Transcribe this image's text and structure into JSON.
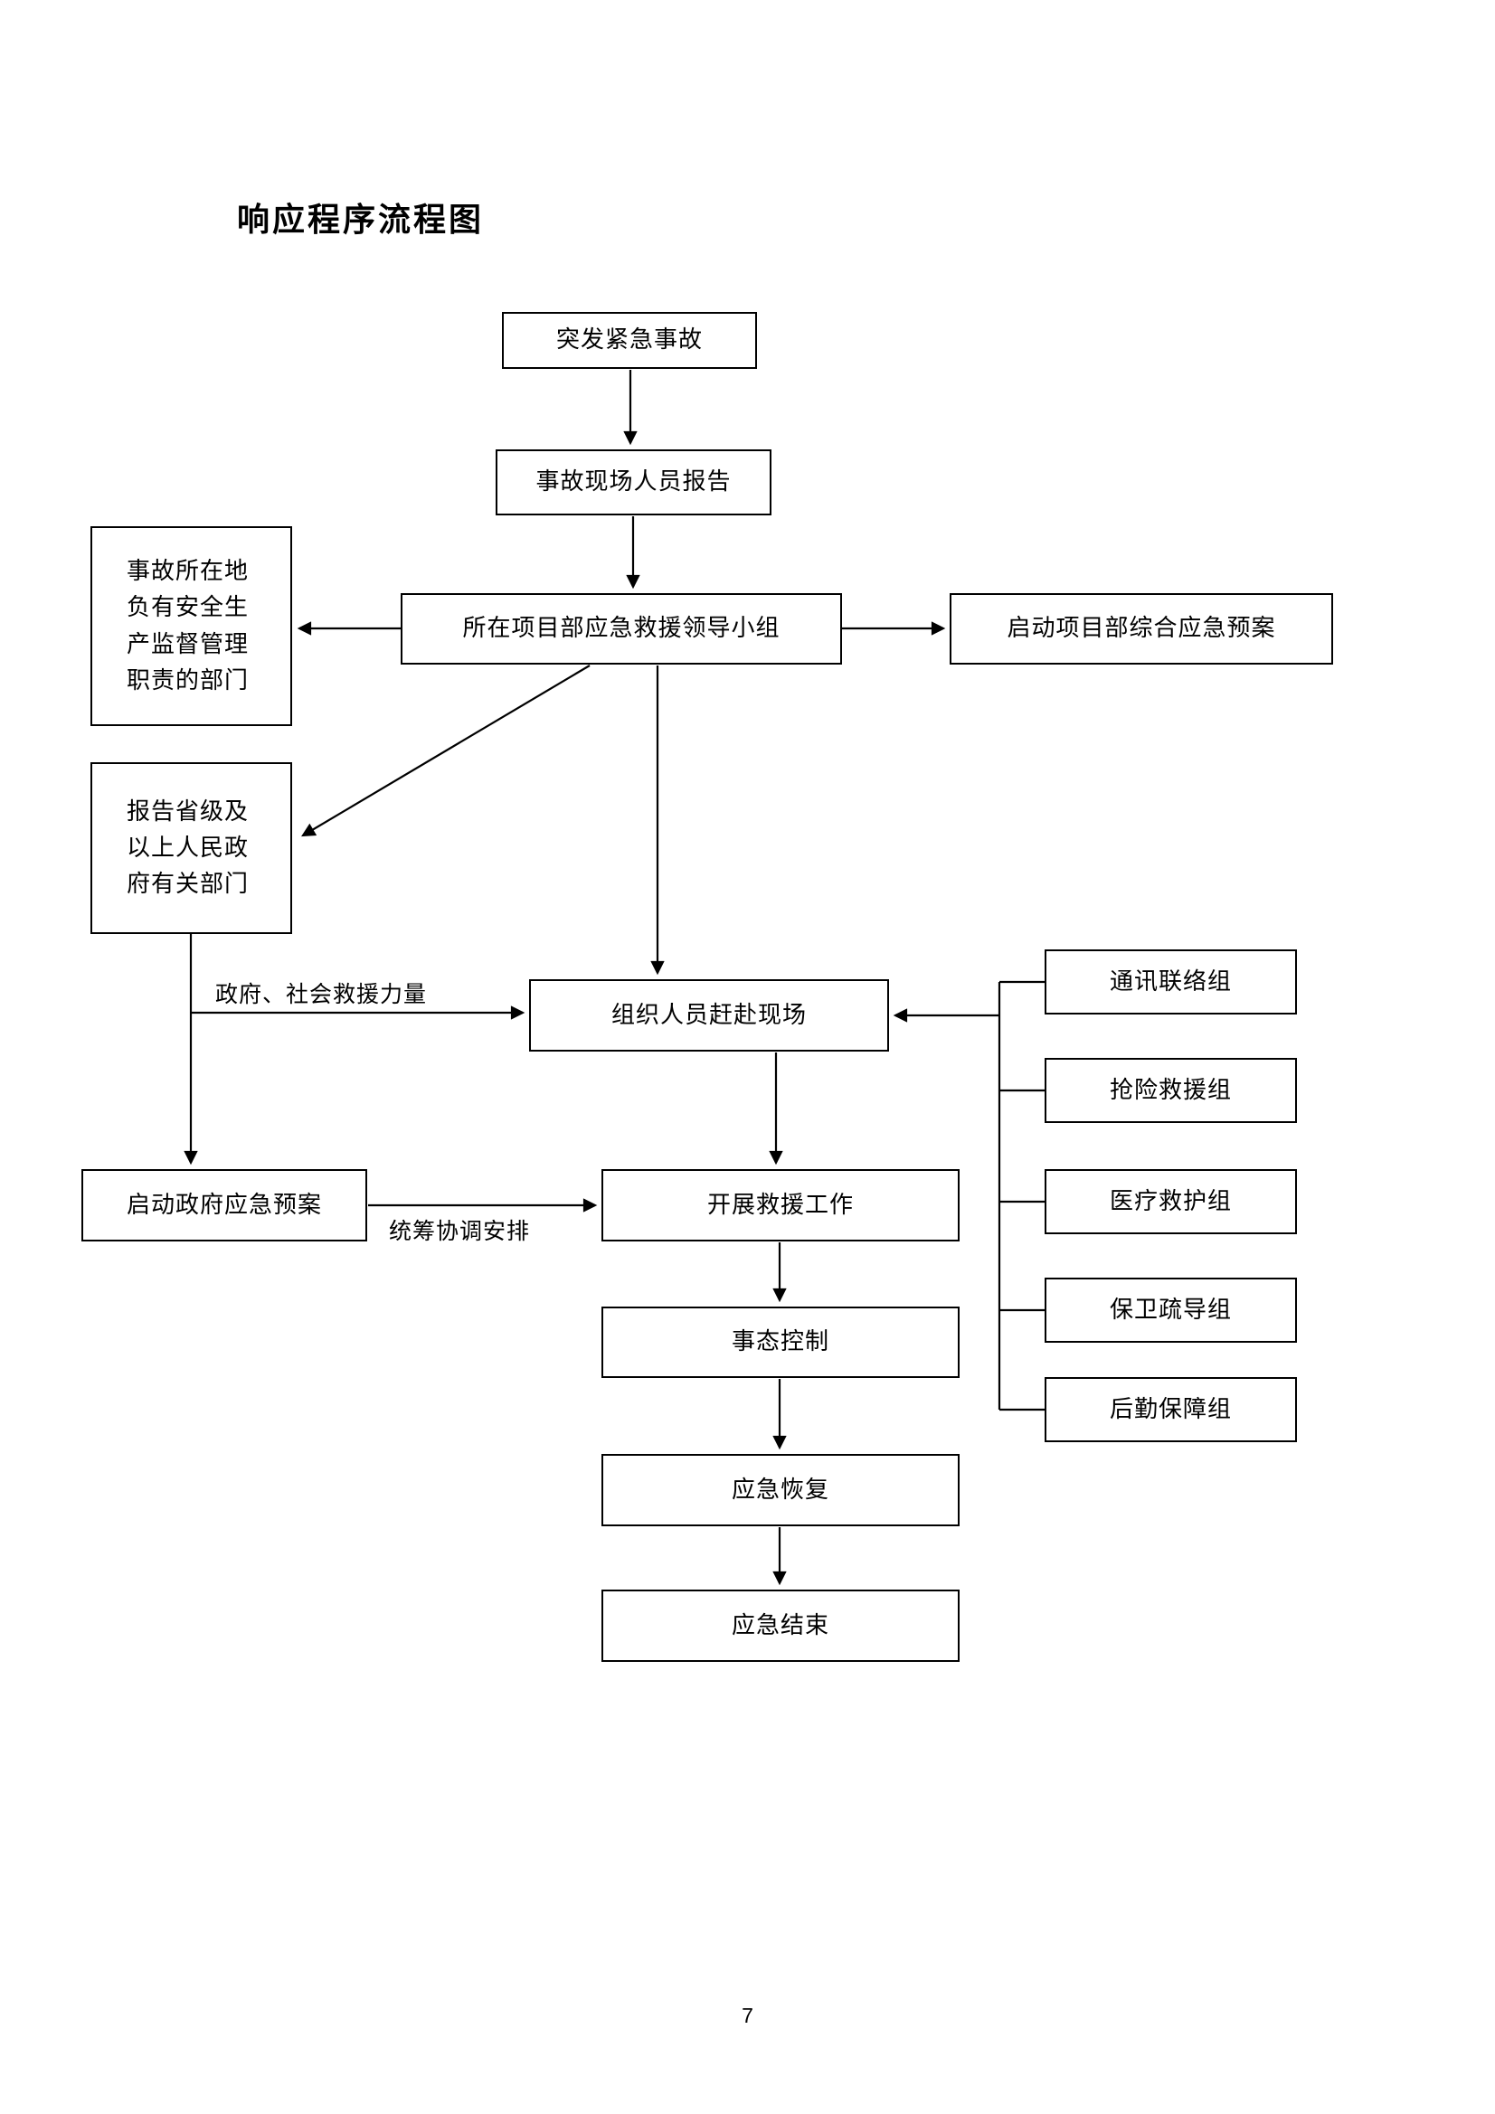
{
  "page": {
    "title": "响应程序流程图",
    "page_number": "7"
  },
  "boxes": {
    "emergency": "突发紧急事故",
    "site_report": "事故现场人员报告",
    "lead_group": "所在项目部应急救援领导小组",
    "local_dept": "事故所在地负有安全生产监督管理职责的部门",
    "start_project_plan": "启动项目部综合应急预案",
    "report_provincial": "报告省级及以上人民政府有关部门",
    "organize_personnel": "组织人员赶赴现场",
    "start_gov_plan": "启动政府应急预案",
    "rescue_work": "开展救援工作",
    "situation_control": "事态控制",
    "emergency_recovery": "应急恢复",
    "emergency_end": "应急结束",
    "comm_group": "通讯联络组",
    "rescue_group": "抢险救援组",
    "medical_group": "医疗救护组",
    "security_group": "保卫疏导组",
    "logistics_group": "后勤保障组"
  },
  "edge_labels": {
    "gov_social_forces": "政府、社会救援力量",
    "coordinate_arrange": "统筹协调安排"
  }
}
